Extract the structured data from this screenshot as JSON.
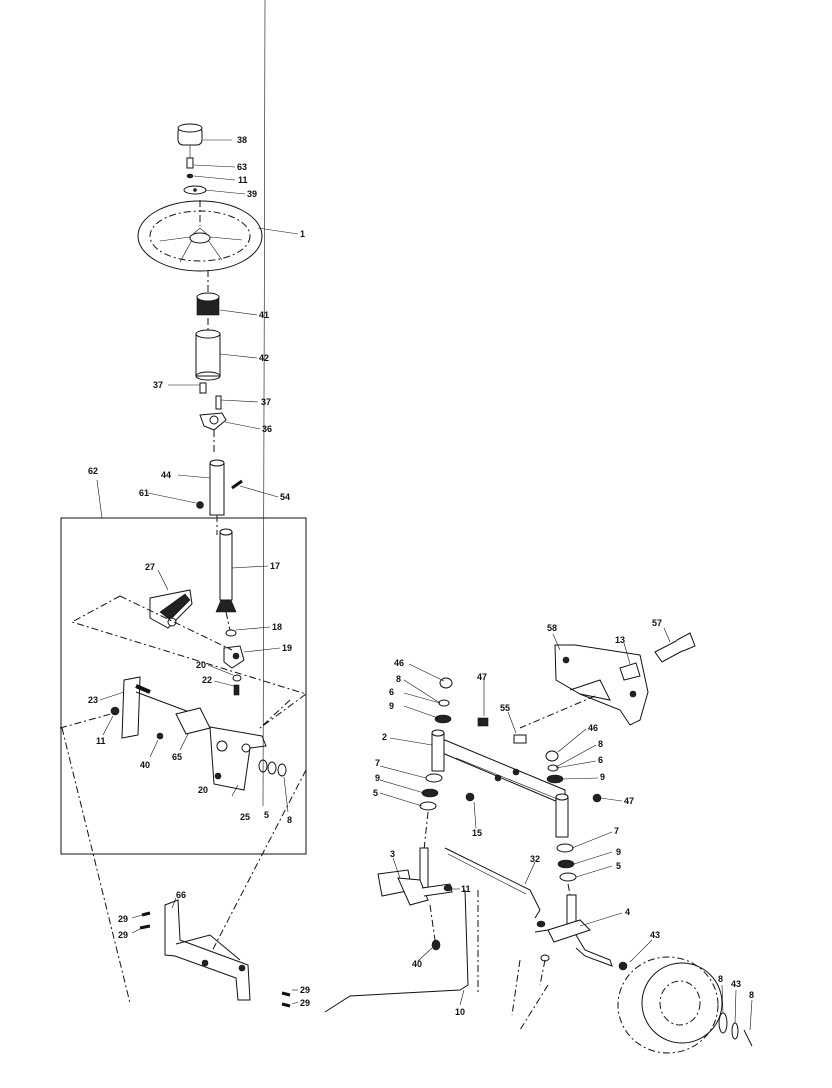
{
  "callouts": [
    {
      "id": "c38a",
      "text": "38"
    },
    {
      "id": "c63",
      "text": "63"
    },
    {
      "id": "c11a",
      "text": "11"
    },
    {
      "id": "c39",
      "text": "39"
    },
    {
      "id": "c1",
      "text": "1"
    },
    {
      "id": "c41",
      "text": "41"
    },
    {
      "id": "c42",
      "text": "42"
    },
    {
      "id": "c37a",
      "text": "37"
    },
    {
      "id": "c37b",
      "text": "37"
    },
    {
      "id": "c36",
      "text": "36"
    },
    {
      "id": "c44",
      "text": "44"
    },
    {
      "id": "c61",
      "text": "61"
    },
    {
      "id": "c54",
      "text": "54"
    },
    {
      "id": "c62",
      "text": "62"
    },
    {
      "id": "c17",
      "text": "17"
    },
    {
      "id": "c27",
      "text": "27"
    },
    {
      "id": "c18",
      "text": "18"
    },
    {
      "id": "c19",
      "text": "19"
    },
    {
      "id": "c20a",
      "text": "20"
    },
    {
      "id": "c22",
      "text": "22"
    },
    {
      "id": "c23",
      "text": "23"
    },
    {
      "id": "c11b",
      "text": "11"
    },
    {
      "id": "c40a",
      "text": "40"
    },
    {
      "id": "c65",
      "text": "65"
    },
    {
      "id": "c20b",
      "text": "20"
    },
    {
      "id": "c25",
      "text": "25"
    },
    {
      "id": "c5a",
      "text": "5"
    },
    {
      "id": "c8a",
      "text": "8"
    },
    {
      "id": "c58",
      "text": "58"
    },
    {
      "id": "c13",
      "text": "13"
    },
    {
      "id": "c57",
      "text": "57"
    },
    {
      "id": "c46a",
      "text": "46"
    },
    {
      "id": "c8b",
      "text": "8"
    },
    {
      "id": "c6a",
      "text": "6"
    },
    {
      "id": "c9a",
      "text": "9"
    },
    {
      "id": "c47a",
      "text": "47"
    },
    {
      "id": "c55",
      "text": "55"
    },
    {
      "id": "c2",
      "text": "2"
    },
    {
      "id": "c46b",
      "text": "46"
    },
    {
      "id": "c8c",
      "text": "8"
    },
    {
      "id": "c6b",
      "text": "6"
    },
    {
      "id": "c9b",
      "text": "9"
    },
    {
      "id": "c7a",
      "text": "7"
    },
    {
      "id": "c9c",
      "text": "9"
    },
    {
      "id": "c5b",
      "text": "5"
    },
    {
      "id": "c15",
      "text": "15"
    },
    {
      "id": "c47b",
      "text": "47"
    },
    {
      "id": "c7b",
      "text": "7"
    },
    {
      "id": "c9d",
      "text": "9"
    },
    {
      "id": "c5c",
      "text": "5"
    },
    {
      "id": "c3",
      "text": "3"
    },
    {
      "id": "c32",
      "text": "32"
    },
    {
      "id": "c11c",
      "text": "11"
    },
    {
      "id": "c4",
      "text": "4"
    },
    {
      "id": "c66",
      "text": "66"
    },
    {
      "id": "c29a",
      "text": "29"
    },
    {
      "id": "c29b",
      "text": "29"
    },
    {
      "id": "c40b",
      "text": "40"
    },
    {
      "id": "c43a",
      "text": "43"
    },
    {
      "id": "c29c",
      "text": "29"
    },
    {
      "id": "c29d",
      "text": "29"
    },
    {
      "id": "c10",
      "text": "10"
    },
    {
      "id": "c8d",
      "text": "8"
    },
    {
      "id": "c43b",
      "text": "43"
    },
    {
      "id": "c8e",
      "text": "8"
    }
  ]
}
